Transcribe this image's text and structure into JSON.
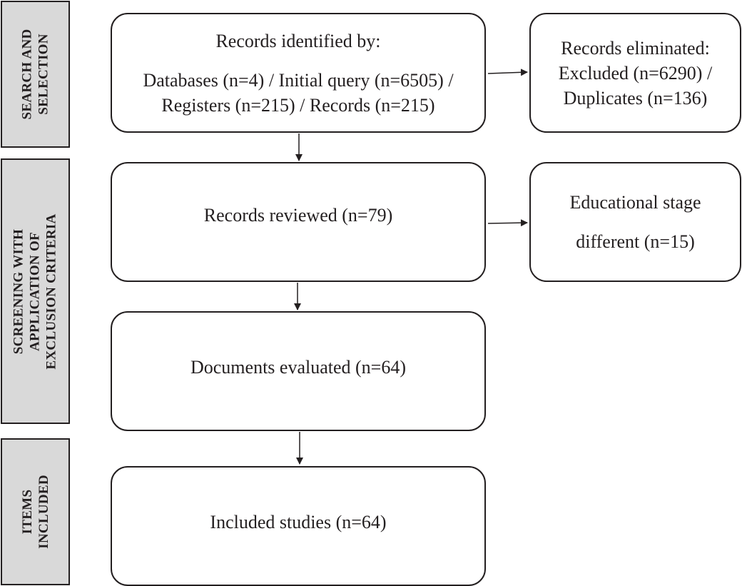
{
  "phases": {
    "search": "SEARCH AND\nSELECTION",
    "screening": "SCREENING WITH\nAPPLICATION OF\nEXCLUSION CRITERIA",
    "included": "ITEMS\nINCLUDED"
  },
  "boxes": {
    "identified": {
      "heading": "Records identified by:",
      "line1": "Databases (n=4) / Initial query (n=6505) /",
      "line2": "Registers (n=215) / Records (n=215)"
    },
    "eliminated": {
      "line1": "Records eliminated:",
      "line2": "Excluded (n=6290) /",
      "line3": "Duplicates (n=136)"
    },
    "reviewed": {
      "text": "Records reviewed (n=79)"
    },
    "stage": {
      "line1": "Educational stage",
      "line2": "different (n=15)"
    },
    "evaluated": {
      "text": "Documents evaluated (n=64)"
    },
    "included": {
      "text": "Included studies (n=64)"
    }
  },
  "colors": {
    "stroke": "#231f20",
    "phase_fill": "#d9d9d9",
    "box_fill": "#ffffff"
  }
}
